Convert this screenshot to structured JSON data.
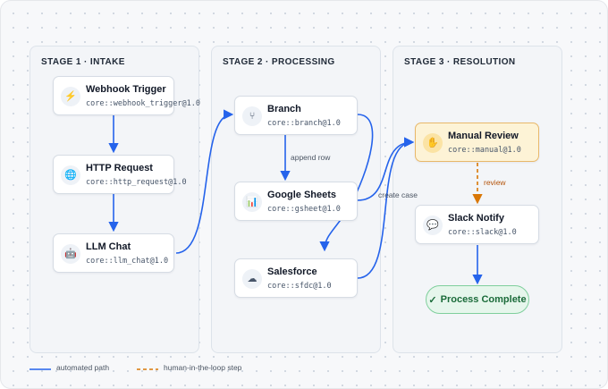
{
  "stages": [
    {
      "title": "STAGE 1 · INTAKE"
    },
    {
      "title": "STAGE 2 · PROCESSING"
    },
    {
      "title": "STAGE 3 · RESOLUTION"
    }
  ],
  "nodes": {
    "webhook": {
      "title": "Webhook Trigger",
      "subtitle": "core::webhook_trigger@1.0",
      "icon": "lightning-icon",
      "glyph": "⚡"
    },
    "http": {
      "title": "HTTP Request",
      "subtitle": "core::http_request@1.0",
      "icon": "globe-icon",
      "glyph": "🌐"
    },
    "llm": {
      "title": "LLM Chat",
      "subtitle": "core::llm_chat@1.0",
      "icon": "robot-icon",
      "glyph": "🤖"
    },
    "branch": {
      "title": "Branch",
      "subtitle": "core::branch@1.0",
      "icon": "branch-icon",
      "glyph": "⑂"
    },
    "sheets": {
      "title": "Google Sheets",
      "subtitle": "core::gsheet@1.0",
      "icon": "chart-icon",
      "glyph": "📊"
    },
    "salesforce": {
      "title": "Salesforce",
      "subtitle": "core::sfdc@1.0",
      "icon": "cloud-icon",
      "glyph": "☁"
    },
    "review": {
      "title": "Manual Review",
      "subtitle": "core::manual@1.0",
      "icon": "hand-icon",
      "glyph": "✋"
    },
    "slack": {
      "title": "Slack Notify",
      "subtitle": "core::slack@1.0",
      "icon": "chat-icon",
      "glyph": "💬"
    }
  },
  "complete": {
    "label": "Process Complete",
    "glyph": "✓"
  },
  "edge_labels": {
    "append_row": "append row",
    "create_case": "create case",
    "review": "review"
  },
  "legend": {
    "automated": "automated path",
    "human": "human-in-the-loop step"
  },
  "colors": {
    "automated": "#2563eb",
    "human": "#d97706",
    "review_fill": "#fdf3d6",
    "complete_fill": "#e6f6ec"
  }
}
